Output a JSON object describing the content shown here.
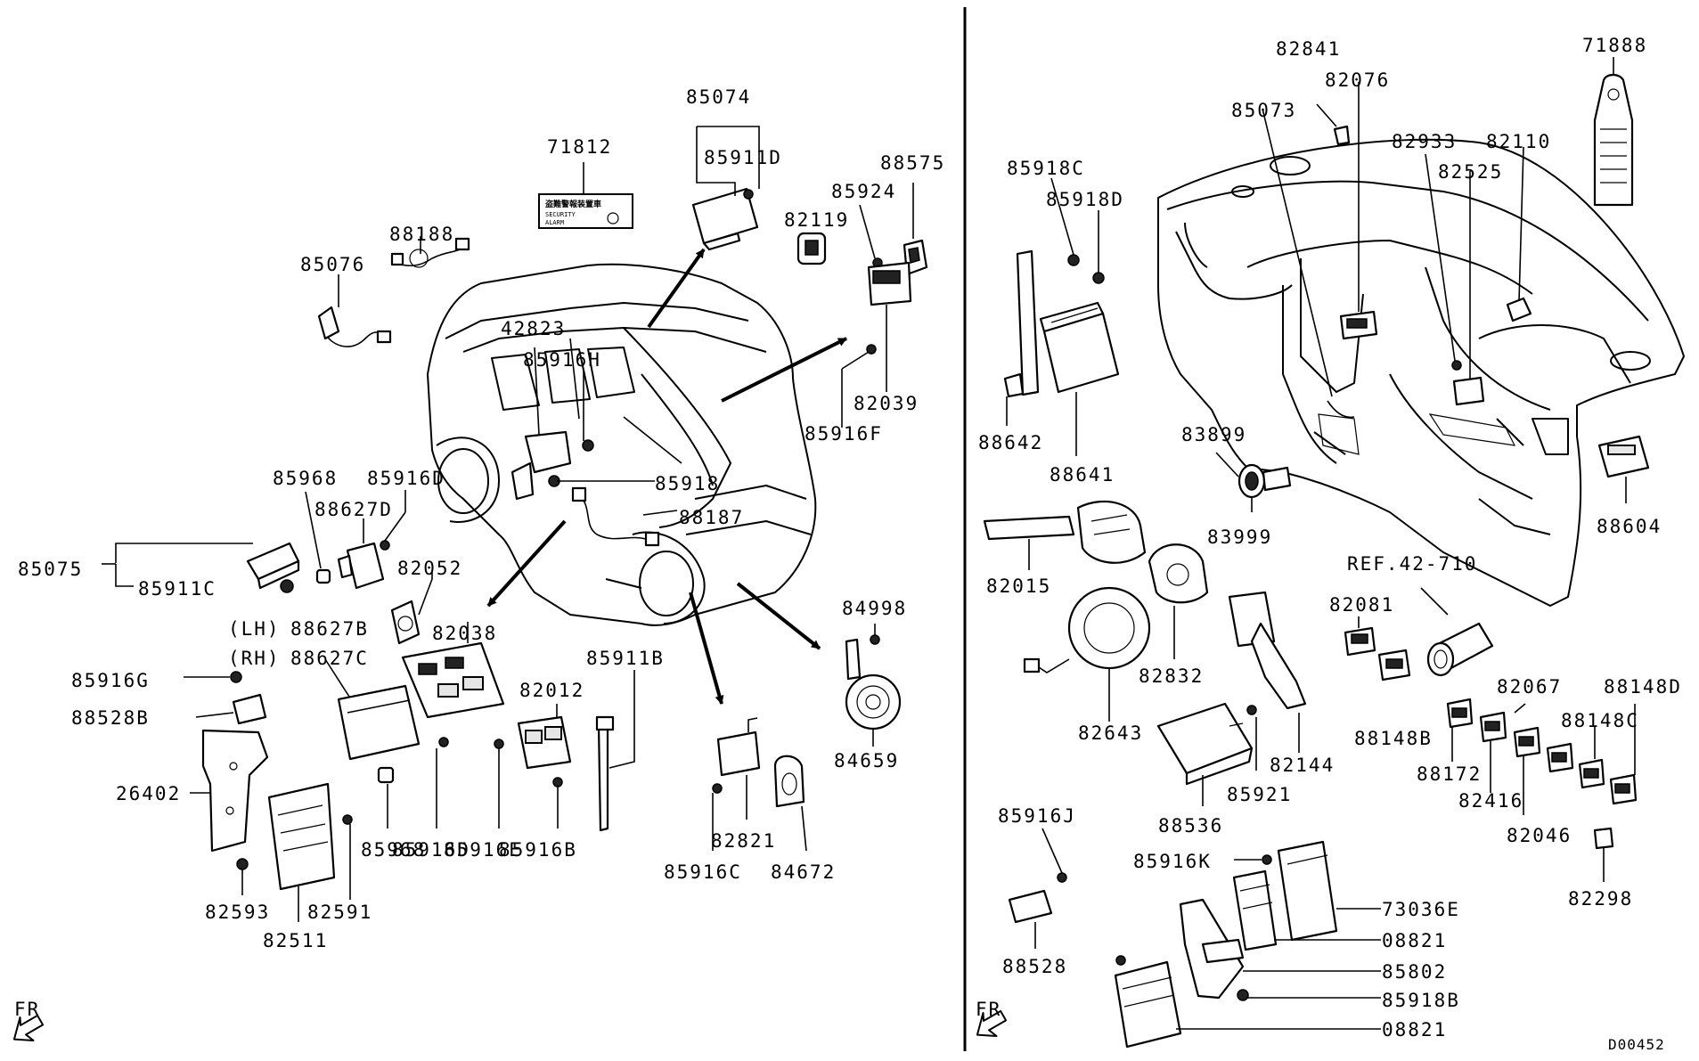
{
  "diagram": {
    "code": "D00452",
    "fr_label": "FR",
    "ref_label": "REF.42-710",
    "security_sticker": {
      "text_top": "盗難警報装置車",
      "text_mid": "SECURITY",
      "text_bot": "ALARM"
    },
    "labels": {
      "n71812": "71812",
      "n85074": "85074",
      "n85911D": "85911D",
      "n88575": "88575",
      "n85924": "85924",
      "n82119": "82119",
      "n88188": "88188",
      "n85076": "85076",
      "n42823": "42823",
      "n85916H": "85916H",
      "n82039": "82039",
      "n85916F": "85916F",
      "n85918": "85918",
      "n88187": "88187",
      "n85968a": "85968",
      "n85916D_a": "85916D",
      "n88627D": "88627D",
      "n85075": "85075",
      "n85911C": "85911C",
      "n82052": "82052",
      "lh": "(LH)",
      "n88627B": "88627B",
      "n82038": "82038",
      "rh": "(RH)",
      "n88627C": "88627C",
      "n85916G": "85916G",
      "n88528B": "88528B",
      "n26402": "26402",
      "n82593": "82593",
      "n82591": "82591",
      "n82511": "82511",
      "n85968b": "85968",
      "n85916D_b": "85916D",
      "n85916E": "85916E",
      "n82012": "82012",
      "n85916B": "85916B",
      "n85911B": "85911B",
      "n84998": "84998",
      "n84659": "84659",
      "n82821": "82821",
      "n85916C": "85916C",
      "n84672": "84672",
      "n82841": "82841",
      "n82076": "82076",
      "n71888": "71888",
      "n85073": "85073",
      "n82933": "82933",
      "n82110": "82110",
      "n82525": "82525",
      "n85918C": "85918C",
      "n85918D": "85918D",
      "n88642": "88642",
      "n88641": "88641",
      "n83899": "83899",
      "n83999": "83999",
      "n88604": "88604",
      "n82015": "82015",
      "n82832": "82832",
      "n82643": "82643",
      "n82144": "82144",
      "n85921": "85921",
      "n88536": "88536",
      "n82081": "82081",
      "n88148B": "88148B",
      "n88172": "88172",
      "n82067": "82067",
      "n88148C": "88148C",
      "n88148D": "88148D",
      "n82416": "82416",
      "n82046": "82046",
      "n82298": "82298",
      "n85916J": "85916J",
      "n88528": "88528",
      "n85916K": "85916K",
      "n73036E": "73036E",
      "n08821a": "08821",
      "n85802": "85802",
      "n85918B": "85918B",
      "n08821b": "08821"
    }
  }
}
